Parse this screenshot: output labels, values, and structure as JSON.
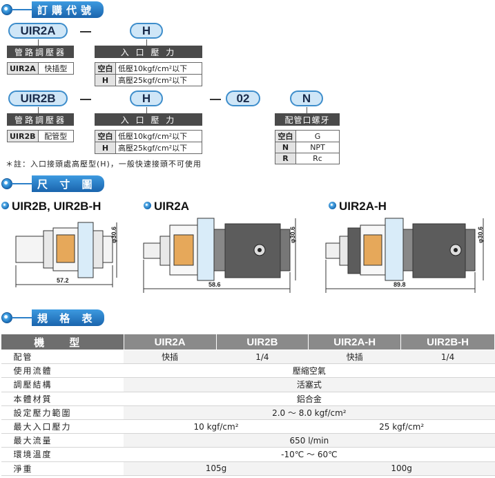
{
  "sections": {
    "order": "訂購代號",
    "dimensions": "尺 寸 圖",
    "specs": "規 格 表"
  },
  "order_row1": {
    "model": "UIR2A",
    "pressure_code": "H",
    "model_header": "管路調壓器",
    "pressure_header": "入 口 壓 力",
    "model_code": "UIR2A",
    "model_desc": "快插型",
    "p1_code": "空白",
    "p1_desc": "低壓10kgf/cm²以下",
    "p2_code": "H",
    "p2_desc": "高壓25kgf/cm²以下"
  },
  "order_row2": {
    "model": "UIR2B",
    "pressure_code": "H",
    "size_code": "02",
    "thread_code": "N",
    "model_header": "管路調壓器",
    "pressure_header": "入 口 壓 力",
    "thread_header": "配管口螺牙",
    "model_code": "UIR2B",
    "model_desc": "配管型",
    "p1_code": "空白",
    "p1_desc": "低壓10kgf/cm²以下",
    "p2_code": "H",
    "p2_desc": "高壓25kgf/cm²以下",
    "t1_code": "空白",
    "t1_desc": "G",
    "t2_code": "N",
    "t2_desc": "NPT",
    "t3_code": "R",
    "t3_desc": "Rc"
  },
  "note": "＊註：入口接頭處高壓型(H)，一般快速接頭不可使用",
  "drawings": {
    "d1_title": "UIR2B, UIR2B-H",
    "d2_title": "UIR2A",
    "d3_title": "UIR2A-H",
    "d1_length": "57.2",
    "d2_length": "58.6",
    "d3_length": "89.8",
    "diameter": "φ30.6"
  },
  "spec_table": {
    "head": [
      "機 型",
      "UIR2A",
      "UIR2B",
      "UIR2A-H",
      "UIR2B-H"
    ],
    "rows": {
      "piping": {
        "label": "配管",
        "a": "快插",
        "b": "1/4",
        "ah": "快插",
        "bh": "1/4"
      },
      "fluid": {
        "label": "使用流體",
        "v": "壓縮空氣"
      },
      "structure": {
        "label": "調壓結構",
        "v": "活塞式"
      },
      "material": {
        "label": "本體材質",
        "v": "鋁合金"
      },
      "range": {
        "label": "設定壓力範圍",
        "v": "2.0 ～ 8.0 kgf/cm²"
      },
      "max_in": {
        "label": "最大入口壓力",
        "low": "10 kgf/cm²",
        "high": "25 kgf/cm²"
      },
      "flow": {
        "label": "最大流量",
        "v": "650 l/min"
      },
      "temp": {
        "label": "環境溫度",
        "v": "-10℃ ～ 60℃"
      },
      "weight": {
        "label": "淨重",
        "low": "105g",
        "high": "100g"
      }
    }
  },
  "colors": {
    "accent": "#1a64ad",
    "pill_fill": "#cfe6f7",
    "header_gray": "#4a4a4a"
  }
}
